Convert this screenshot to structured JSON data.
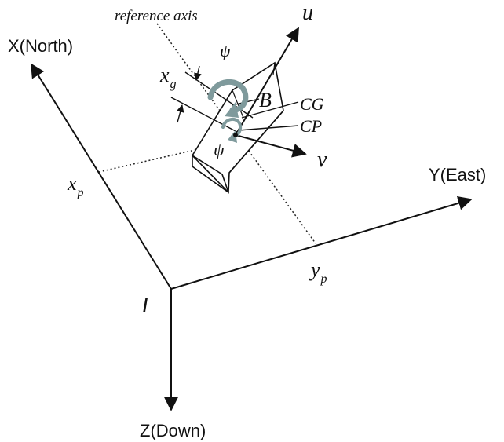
{
  "labels": {
    "reference_axis": "reference axis",
    "u": "u",
    "psi_top": "ψ",
    "x_g": "x",
    "x_g_sub": "g",
    "B": "B",
    "CG": "CG",
    "CP": "CP",
    "psi_bottom": "ψ",
    "v": "v",
    "x_north": "X(North)",
    "y_east": "Y(East)",
    "z_down": "Z(Down)",
    "x_p": "x",
    "x_p_sub": "p",
    "y_p": "y",
    "y_p_sub": "p",
    "I": "I"
  },
  "colors": {
    "ink": "#111111",
    "rotation_arrow": "#7f9a9c"
  }
}
